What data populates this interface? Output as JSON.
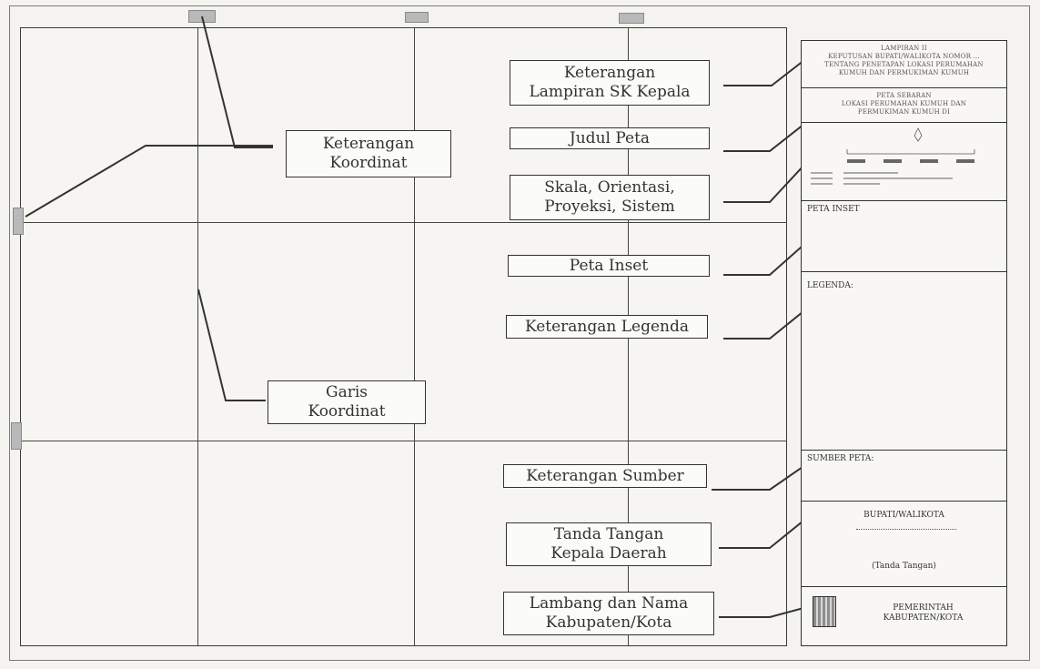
{
  "labels": {
    "keterangan_koordinat": [
      "Keterangan",
      "Koordinat"
    ],
    "garis_koordinat": [
      "Garis",
      "Koordinat"
    ],
    "keterangan_lampiran": [
      "Keterangan",
      "Lampiran SK Kepala"
    ],
    "judul_peta": "Judul Peta",
    "skala": [
      "Skala, Orientasi,",
      "Proyeksi, Sistem"
    ],
    "peta_inset": "Peta Inset",
    "keterangan_legenda": "Keterangan Legenda",
    "keterangan_sumber": "Keterangan Sumber",
    "tanda_tangan": [
      "Tanda Tangan",
      "Kepala Daerah"
    ],
    "lambang": [
      "Lambang dan Nama",
      "Kabupaten/Kota"
    ]
  },
  "panel": {
    "lampiran": [
      "LAMPIRAN II",
      "KEPUTUSAN BUPATI/WALIKOTA NOMOR ...",
      "TENTANG PENETAPAN LOKASI PERUMAHAN",
      "KUMUH DAN PERMUKIMAN KUMUH"
    ],
    "peta_sebaran": [
      "PETA SEBARAN",
      "LOKASI PERUMAHAN KUMUH DAN",
      "PERMUKIMAN KUMUH DI"
    ],
    "peta_inset_title": "PETA INSET",
    "legenda_title": "LEGENDA:",
    "sumber_title": "SUMBER PETA:",
    "bupati_title": "BUPATI/WALIKOTA",
    "tanda_tangan_note": "(Tanda Tangan)",
    "pemerintah": [
      "PEMERINTAH",
      "KABUPATEN/KOTA"
    ]
  }
}
